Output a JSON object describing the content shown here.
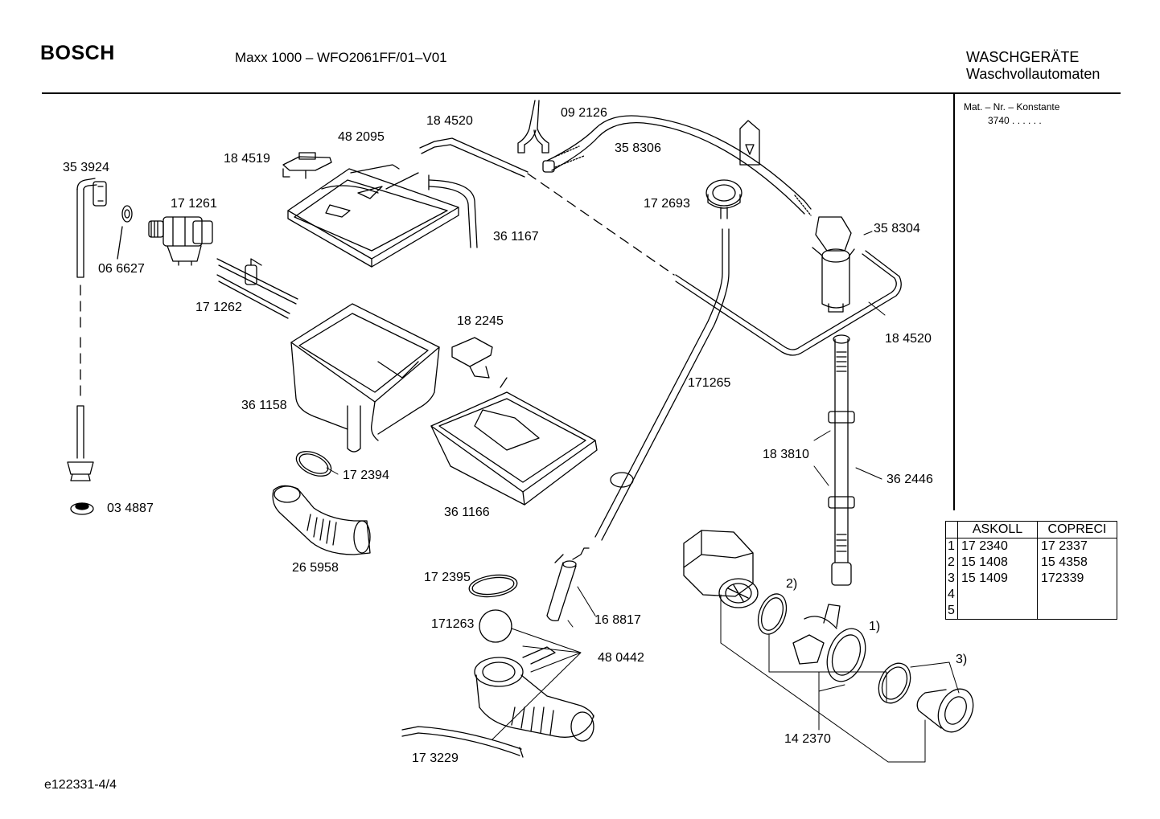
{
  "header": {
    "brand": "BOSCH",
    "model": "Maxx 1000 – WFO2061FF/01–V01",
    "category_line1": "WASCHGERÄTE",
    "category_line2": "Waschvollautomaten"
  },
  "sidebar": {
    "mat_label": "Mat. – Nr. – Konstante",
    "mat_value": "3740  .   .   .   .   .   ."
  },
  "footer": {
    "doc_id": "e122331-4/4"
  },
  "part_labels": [
    "35 3924",
    "18 4519",
    "48 2095",
    "18 4520",
    "09 2126",
    "35 8306",
    "17 1261",
    "06 6627",
    "36 1167",
    "17 2693",
    "35 8304",
    "17 1262",
    "18 2245",
    "18 4520",
    "171265",
    "36 1158",
    "18 3810",
    "36 2446",
    "17 2394",
    "03 4887",
    "36 1166",
    "26 5958",
    "17 2395",
    "16 8817",
    "171263",
    "48 0442",
    "17 3229",
    "14 2370",
    "2)",
    "1)",
    "3)"
  ],
  "alt_table": {
    "headers": [
      "ASKOLL",
      "COPRECI"
    ],
    "rows": [
      {
        "n": "1",
        "askoll": "17 2340",
        "copreci": "17 2337"
      },
      {
        "n": "2",
        "askoll": "15 1408",
        "copreci": "15 4358"
      },
      {
        "n": "3",
        "askoll": "15 1409",
        "copreci": "172339"
      },
      {
        "n": "4",
        "askoll": "",
        "copreci": ""
      },
      {
        "n": "5",
        "askoll": "",
        "copreci": ""
      }
    ]
  }
}
